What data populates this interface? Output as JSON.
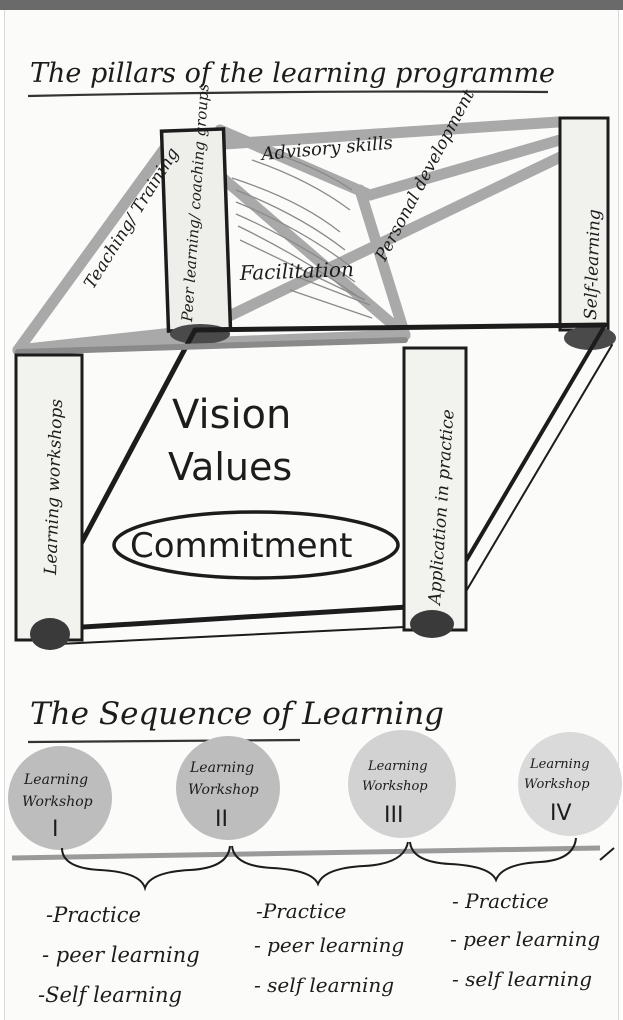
{
  "title_pillars": "The pillars of the learning programme",
  "roof_labels": {
    "teaching": "Teaching/ Training",
    "peer": "Peer learning/ coaching groups",
    "advisory": "Advisory skills",
    "facilitation": "Facilitation",
    "personal": "Personal development",
    "self": "Self-learning"
  },
  "pillar_labels": {
    "workshops": "Learning workshops",
    "application": "Application in practice"
  },
  "core": {
    "vision": "Vision",
    "values": "Values",
    "commitment": "Commitment"
  },
  "title_sequence": "The Sequence of Learning",
  "workshops": [
    {
      "line1": "Learning",
      "line2": "Workshop",
      "numeral": "I"
    },
    {
      "line1": "Learning",
      "line2": "Workshop",
      "numeral": "II"
    },
    {
      "line1": "Learning",
      "line2": "Workshop",
      "numeral": "III"
    },
    {
      "line1": "Learning",
      "line2": "Workshop",
      "numeral": "IV"
    }
  ],
  "practice_groups": [
    {
      "a": "-Practice",
      "b": "- peer learning",
      "c": "-Self learning"
    },
    {
      "a": "-Practice",
      "b": "- peer learning",
      "c": "- self learning"
    },
    {
      "a": "- Practice",
      "b": "- peer learning",
      "c": "- self learning"
    }
  ]
}
